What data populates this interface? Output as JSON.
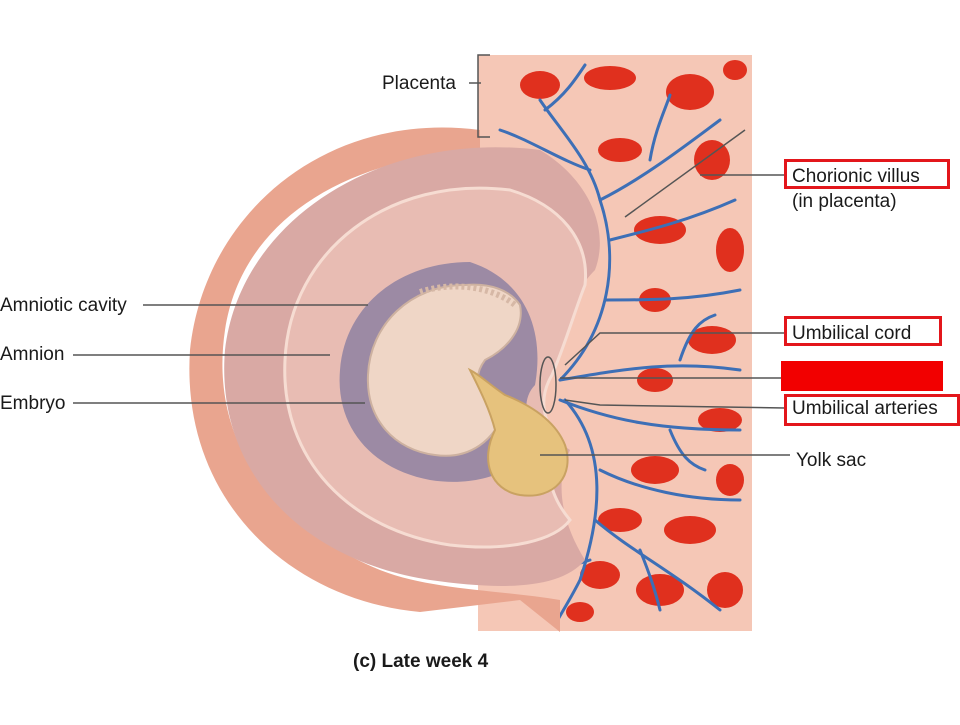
{
  "labels": {
    "placenta": "Placenta",
    "chorionic_villus": "Chorionic villus",
    "chorionic_villus_sub": "(in placenta)",
    "amniotic_cavity": "Amniotic cavity",
    "amnion": "Amnion",
    "embryo": "Embryo",
    "umbilical_cord": "Umbilical cord",
    "umbilical_arteries": "Umbilical arteries",
    "yolk_sac": "Yolk sac"
  },
  "caption": "(c) Late week 4",
  "colors": {
    "highlight_box": "#e3161b",
    "hidden_label_fill": "#f20000",
    "blood_red": "#e0301e",
    "vessel_blue": "#3d6fb6",
    "uterine_pink": "#eab2a0",
    "amniotic_mauve": "#c79aa0",
    "amnion_purple": "#9c8aa4",
    "yolk": "#e6c27d"
  }
}
